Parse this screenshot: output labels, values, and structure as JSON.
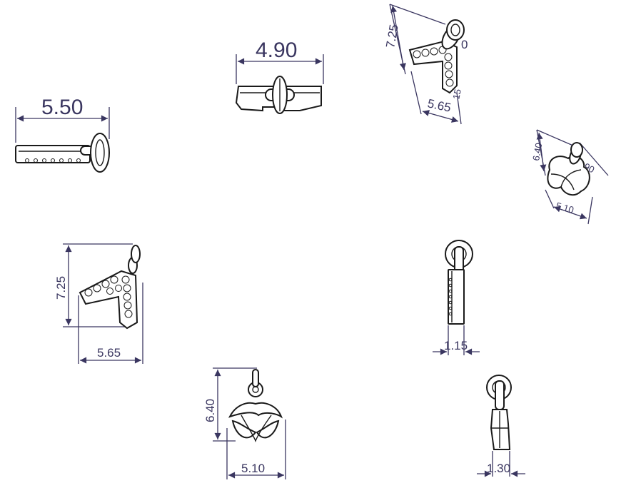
{
  "dimensions": {
    "d1_length": "5.50",
    "d2_length": "4.90",
    "d3_height": "7.25",
    "d3_width": "5.65",
    "d3_depth": "0",
    "d3_small": "15",
    "d4_height": "6.40",
    "d4_depth": "90",
    "d4_width": "5.10",
    "d5_height": "7.25",
    "d5_width": "5.65",
    "d6_thickness": "1.15",
    "d7_height": "6.40",
    "d7_width": "5.10",
    "d8_thickness": "1.30"
  },
  "colors": {
    "dimension": "#3a3660",
    "outline": "#1a1a1a"
  }
}
